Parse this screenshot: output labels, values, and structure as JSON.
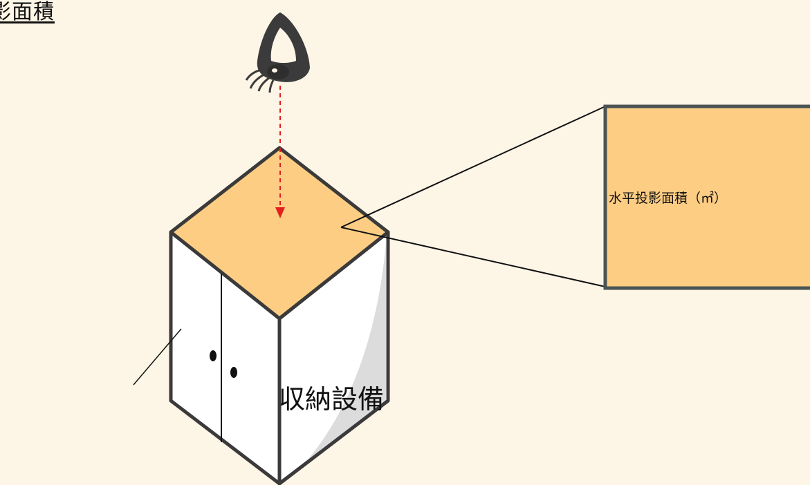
{
  "diagram": {
    "title": "影面積",
    "area_label": "水平投影面積（㎡）",
    "cabinet_label": "収納設備",
    "colors": {
      "background": "#fdf5e6",
      "top_face": "#fdcd84",
      "outline": "#3a3a3a",
      "arrow": "#e41e1e",
      "side_shade": "#dcdcdc"
    },
    "icons": [
      "eye-icon",
      "down-arrow-icon"
    ]
  }
}
